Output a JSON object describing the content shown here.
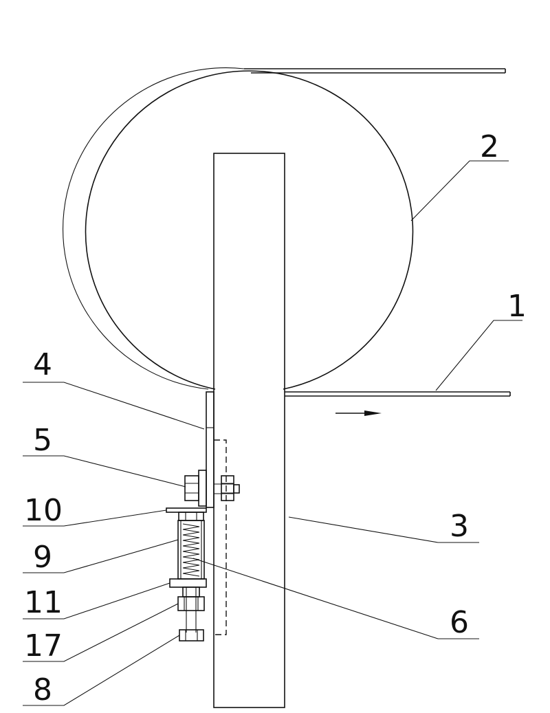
{
  "labels": {
    "l1": "1",
    "l2": "2",
    "l3": "3",
    "l4": "4",
    "l5": "5",
    "l6": "6",
    "l8": "8",
    "l9": "9",
    "l10": "10",
    "l11": "11",
    "l17": "17"
  }
}
